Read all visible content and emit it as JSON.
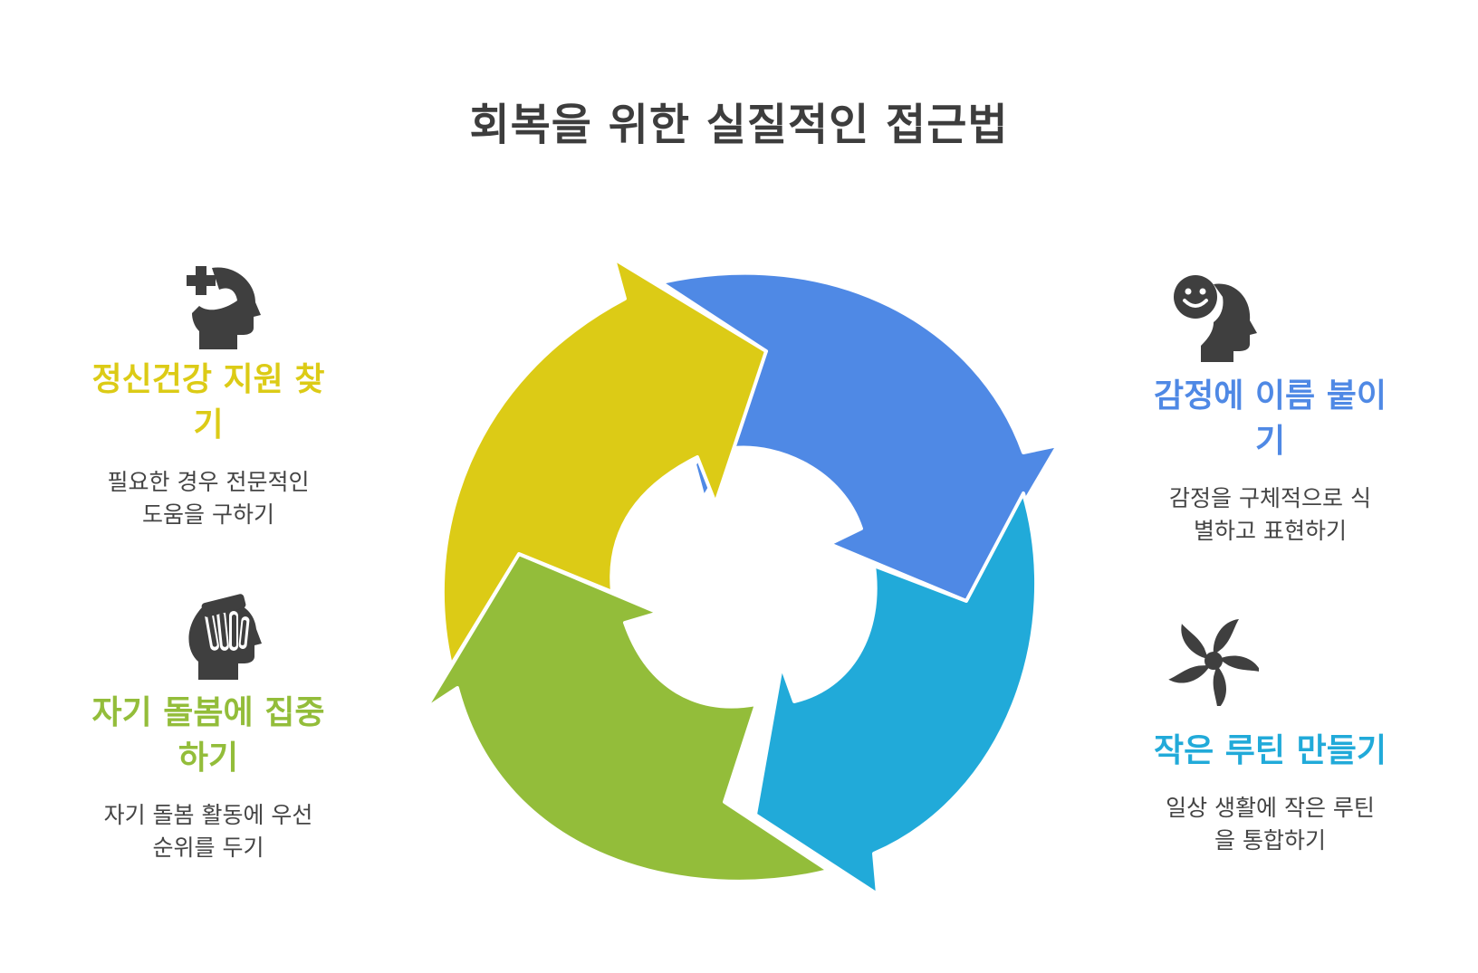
{
  "title": "회복을 위한 실질적인 접근법",
  "colors": {
    "yellow": "#DCCB16",
    "blue": "#4F89E5",
    "cyan": "#21AAD9",
    "green": "#93BD3A",
    "icon": "#3f3f3f",
    "text": "#444444"
  },
  "items": [
    {
      "id": "mental-health",
      "heading_line1": "정신건강 지원 찾",
      "heading_line2": "기",
      "desc_line1": "필요한 경우 전문적인",
      "desc_line2": "도움을 구하기",
      "icon": "head-plus-icon",
      "color": "#DCCB16"
    },
    {
      "id": "self-care",
      "heading_line1": "자기 돌봄에 집중",
      "heading_line2": "하기",
      "desc_line1": "자기 돌봄 활동에 우선",
      "desc_line2": "순위를 두기",
      "icon": "head-hand-icon",
      "color": "#93BD3A"
    },
    {
      "id": "name-emotions",
      "heading_line1": "감정에 이름 붙이",
      "heading_line2": "기",
      "desc_line1": "감정을 구체적으로 식",
      "desc_line2": "별하고 표현하기",
      "icon": "head-smile-icon",
      "color": "#4F89E5"
    },
    {
      "id": "small-routine",
      "heading_line1": "작은 루틴 만들기",
      "heading_line2": "",
      "desc_line1": "일상 생활에 작은 루틴",
      "desc_line2": "을 통합하기",
      "icon": "swirl-icon",
      "color": "#21AAD9"
    }
  ]
}
